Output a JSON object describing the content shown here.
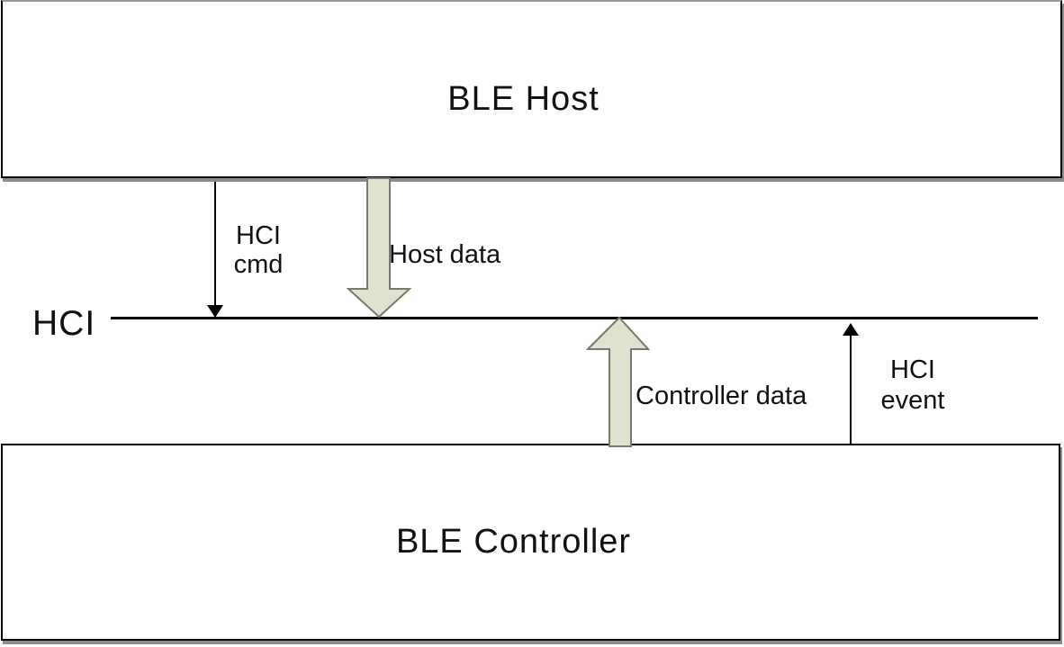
{
  "diagram": {
    "boxes": {
      "host": {
        "label": "BLE Host"
      },
      "controller": {
        "label": "BLE Controller"
      }
    },
    "hci_interface": {
      "label": "HCI"
    },
    "arrows": {
      "hci_cmd": {
        "line1": "HCI",
        "line2": "cmd",
        "direction": "down"
      },
      "host_data": {
        "label": "Host data",
        "direction": "down"
      },
      "controller_data": {
        "label": "Controller data",
        "direction": "up"
      },
      "hci_event": {
        "line1": "HCI",
        "line2": "event",
        "direction": "up"
      }
    },
    "colors": {
      "block_arrow_fill": "#dde3cf",
      "block_arrow_stroke": "#77796c",
      "thin_arrow": "#000000",
      "box_border": "#000000",
      "box_shadow": "#8c8c8c",
      "hci_line": "#000000"
    }
  }
}
